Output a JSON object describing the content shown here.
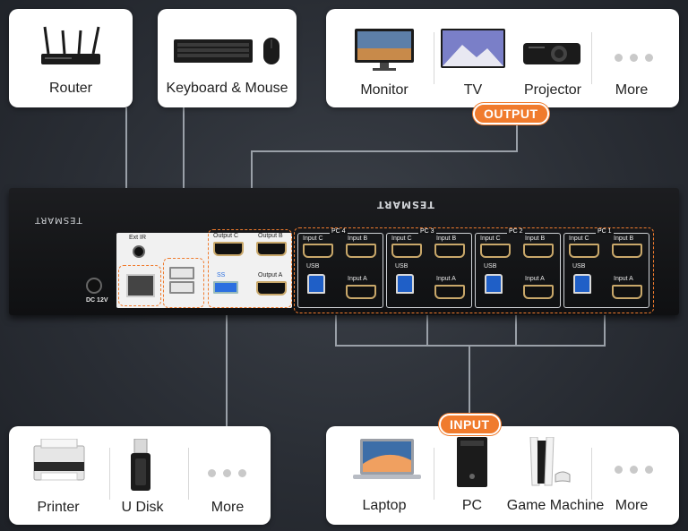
{
  "top_left_cards": [
    {
      "label": "Router",
      "icon": "router-icon"
    },
    {
      "label": "Keyboard & Mouse",
      "icon": "keyboard-mouse-icon"
    }
  ],
  "output_card": {
    "items": [
      "Monitor",
      "TV",
      "Projector",
      "More"
    ],
    "badge": "OUTPUT"
  },
  "input_card": {
    "items": [
      "Laptop",
      "PC",
      "Game Machine",
      "More"
    ],
    "badge": "INPUT"
  },
  "usb_card": {
    "items": [
      "Printer",
      "U Disk",
      "More"
    ]
  },
  "device": {
    "brand_text": "TESMART",
    "ext_ir": "Ext IR",
    "dc": "DC 12V",
    "outputs": [
      "Output C",
      "Output B",
      "Output A"
    ],
    "usb3": "SS",
    "pcs": [
      {
        "name": "PC 4",
        "input_c": "Input C",
        "input_b": "Input B",
        "usb": "USB",
        "input_a": "Input A"
      },
      {
        "name": "PC 3",
        "input_c": "Input C",
        "input_b": "Input B",
        "usb": "USB",
        "input_a": "Input A"
      },
      {
        "name": "PC 2",
        "input_c": "Input C",
        "input_b": "Input B",
        "usb": "USB",
        "input_a": "Input A"
      },
      {
        "name": "PC 1",
        "input_c": "Input C",
        "input_b": "Input B",
        "usb": "USB",
        "input_a": "Input A"
      }
    ]
  },
  "colors": {
    "accent": "#f07b2d",
    "background": "#2a2e35",
    "card": "#ffffff"
  }
}
